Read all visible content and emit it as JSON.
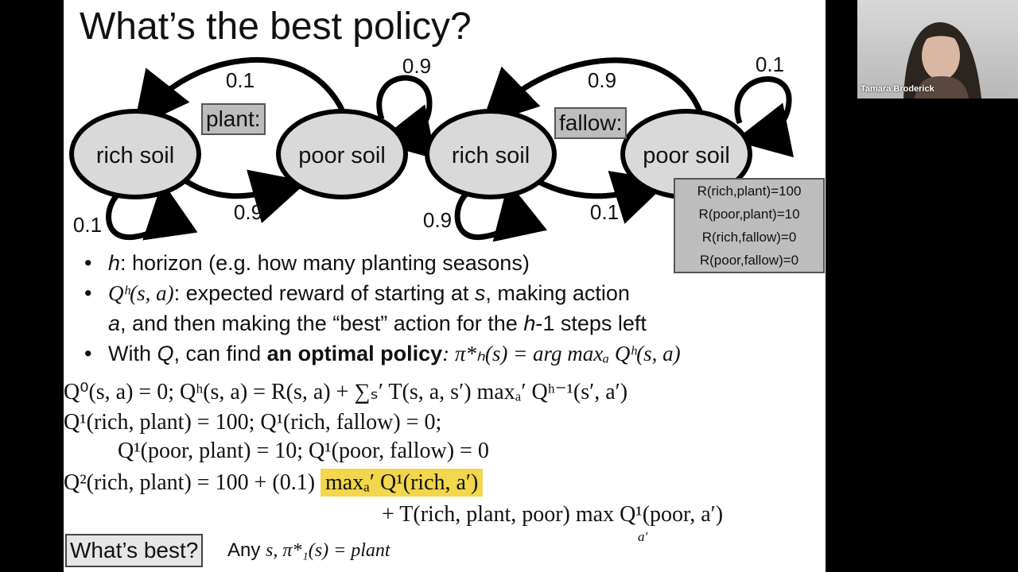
{
  "slide": {
    "title": "What’s the best policy?",
    "diagram": {
      "plant_label": "plant:",
      "fallow_label": "fallow:",
      "state_rich": "rich soil",
      "state_poor": "poor soil",
      "plant_probs": {
        "poor_to_rich": "0.1",
        "poor_self": "0.9",
        "rich_to_poor": "0.9",
        "rich_self": "0.1"
      },
      "fallow_probs": {
        "poor_to_rich": "0.9",
        "poor_self": "0.1",
        "rich_to_poor": "0.1",
        "rich_self": "0.9"
      },
      "rewards": [
        "R(rich,plant)=100",
        "R(poor,plant)=10",
        "R(rich,fallow)=0",
        "R(poor,fallow)=0"
      ]
    },
    "bullets": {
      "b1_var": "h",
      "b1_text": ": horizon (e.g. how many planting seasons)",
      "b2_math": "Qʰ(s, a)",
      "b2_text1": ": expected reward of starting at ",
      "b2_s": "s",
      "b2_text2": ", making action",
      "b2_a": "a",
      "b2_text3": ", and then making the “best” action for the ",
      "b2_h": "h",
      "b2_text4": "-1 steps left",
      "b3_prefix": "With ",
      "b3_q": "Q",
      "b3_mid": ", can find ",
      "b3_bold": "an optimal policy",
      "b3_math": ": π*ₕ(s) = arg maxₐ Qʰ(s, a)"
    },
    "equations": {
      "recursion": "Q⁰(s, a) = 0; Qʰ(s, a) = R(s, a) + ∑ₛ′ T(s, a, s′) maxₐ′ Qʰ⁻¹(s′, a′)",
      "q1_rich": "Q¹(rich, plant) = 100; Q¹(rich, fallow) = 0;",
      "q1_poor": "Q¹(poor, plant) = 10; Q¹(poor, fallow) = 0",
      "q2_prefix": "Q²(rich, plant) = 100 + (0.1)",
      "q2_highlight": "maxₐ′ Q¹(rich, a′)",
      "q2_line2": "+ T(rich, plant, poor) max Q¹(poor, a′)",
      "q2_line2_sub": "a′"
    },
    "best_box": "What’s best?",
    "answer_prefix": "Any ",
    "answer_math": "s, π*₁(s) = plant"
  },
  "video": {
    "speaker_name": "Tamara Broderick"
  },
  "colors": {
    "highlight": "#f2d64b",
    "box_fill": "#bdbdbd",
    "state_fill": "#d9d9d9"
  }
}
